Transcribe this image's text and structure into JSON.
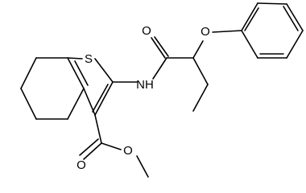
{
  "molecule": {
    "atom_labels": {
      "sulfur": "S",
      "amide_oxygen": "O",
      "ether_oxygen": "O",
      "amide_nitrogen": "NH",
      "ester_carbonyl_oxygen": "O",
      "ester_oxygen": "O"
    },
    "colors": {
      "bond": "#000000",
      "label": "#000000",
      "background": "#ffffff"
    }
  }
}
